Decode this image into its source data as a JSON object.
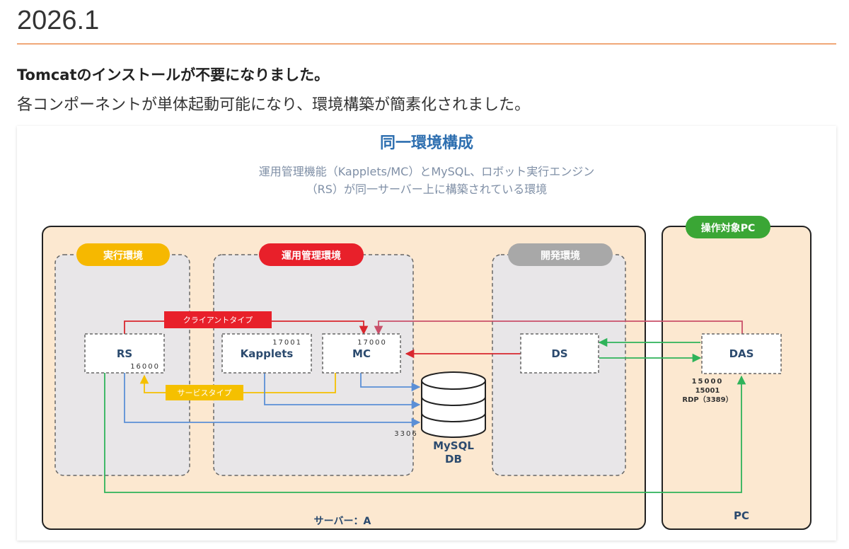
{
  "header": {
    "version": "2026.1",
    "headline": "Tomcatのインストールが不要になりました。",
    "description": "各コンポーネントが単体起動可能になり、環境構築が簡素化されました。"
  },
  "diagram": {
    "title": "同一環境構成",
    "subtitle_line1": "運用管理機能（Kapplets/MC）とMySQL、ロボット実行エンジン",
    "subtitle_line2": "（RS）が同一サーバー上に構築されている環境",
    "server_label": "サーバー：A",
    "pc_badge": "操作対象PC",
    "pc_label": "PC",
    "zones": {
      "exec": "実行環境",
      "ops": "運用管理環境",
      "dev": "開発環境"
    },
    "nodes": {
      "rs": {
        "label": "RS",
        "port": "16000"
      },
      "kapplets": {
        "label": "Kapplets",
        "port": "17001"
      },
      "mc": {
        "label": "MC",
        "port": "17000"
      },
      "ds": {
        "label": "DS"
      },
      "das": {
        "label": "DAS",
        "port1": "15000",
        "port2": "15001",
        "port3": "RDP（3389）"
      },
      "db": {
        "label1": "MySQL",
        "label2": "DB",
        "port": "3306"
      }
    },
    "connection_labels": {
      "client_type": "クライアントタイプ",
      "service_type": "サービスタイプ"
    },
    "colors": {
      "server_fill": "#fce8d0",
      "zone_fill": "#e8e6e8",
      "exec_badge": "#f6b800",
      "ops_badge": "#e8202a",
      "dev_badge": "#a8a8a8",
      "pc_badge": "#3aa635",
      "arrow_red": "#d9272e",
      "arrow_yellow": "#f5c000",
      "arrow_blue": "#5b8fd6",
      "arrow_green": "#2fb35a",
      "arrow_pink": "#c9506a"
    }
  }
}
